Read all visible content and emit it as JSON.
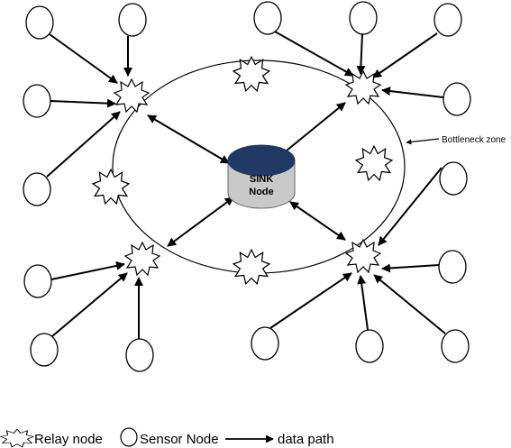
{
  "sink": {
    "line1": "SINK",
    "line2": "Node"
  },
  "zone_label": "Bottleneck zone",
  "legend": {
    "relay": "Relay node",
    "sensor": "Sensor Node",
    "path": "data path"
  },
  "colors": {
    "stroke": "#000000",
    "sink_top": "#1f3864",
    "sink_body": "#c9c9c9"
  }
}
